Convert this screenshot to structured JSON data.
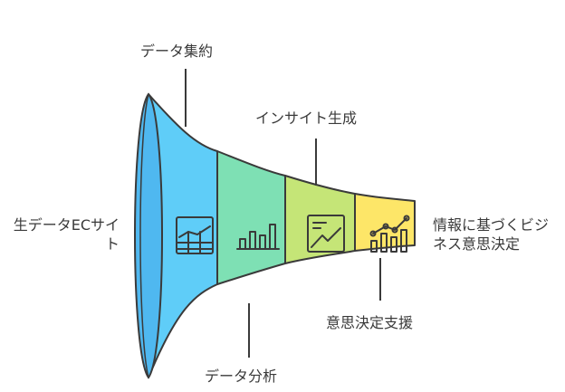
{
  "input_label": "生データECサイト",
  "output_label": "情報に基づくビジネス意思決定",
  "stages": [
    {
      "label": "データ集約",
      "color": "#5fcdf8",
      "icon": "spreadsheet-chart-icon",
      "label_position": "top"
    },
    {
      "label": "データ分析",
      "color": "#7ee0b4",
      "icon": "bar-chart-icon",
      "label_position": "bottom"
    },
    {
      "label": "インサイト生成",
      "color": "#c5e577",
      "icon": "trend-chart-icon",
      "label_position": "top"
    },
    {
      "label": "意思決定支援",
      "color": "#fde668",
      "icon": "growth-chart-icon",
      "label_position": "bottom"
    }
  ],
  "colors": {
    "outline": "#3a3a3a",
    "mouth": "#4fb8f0"
  }
}
